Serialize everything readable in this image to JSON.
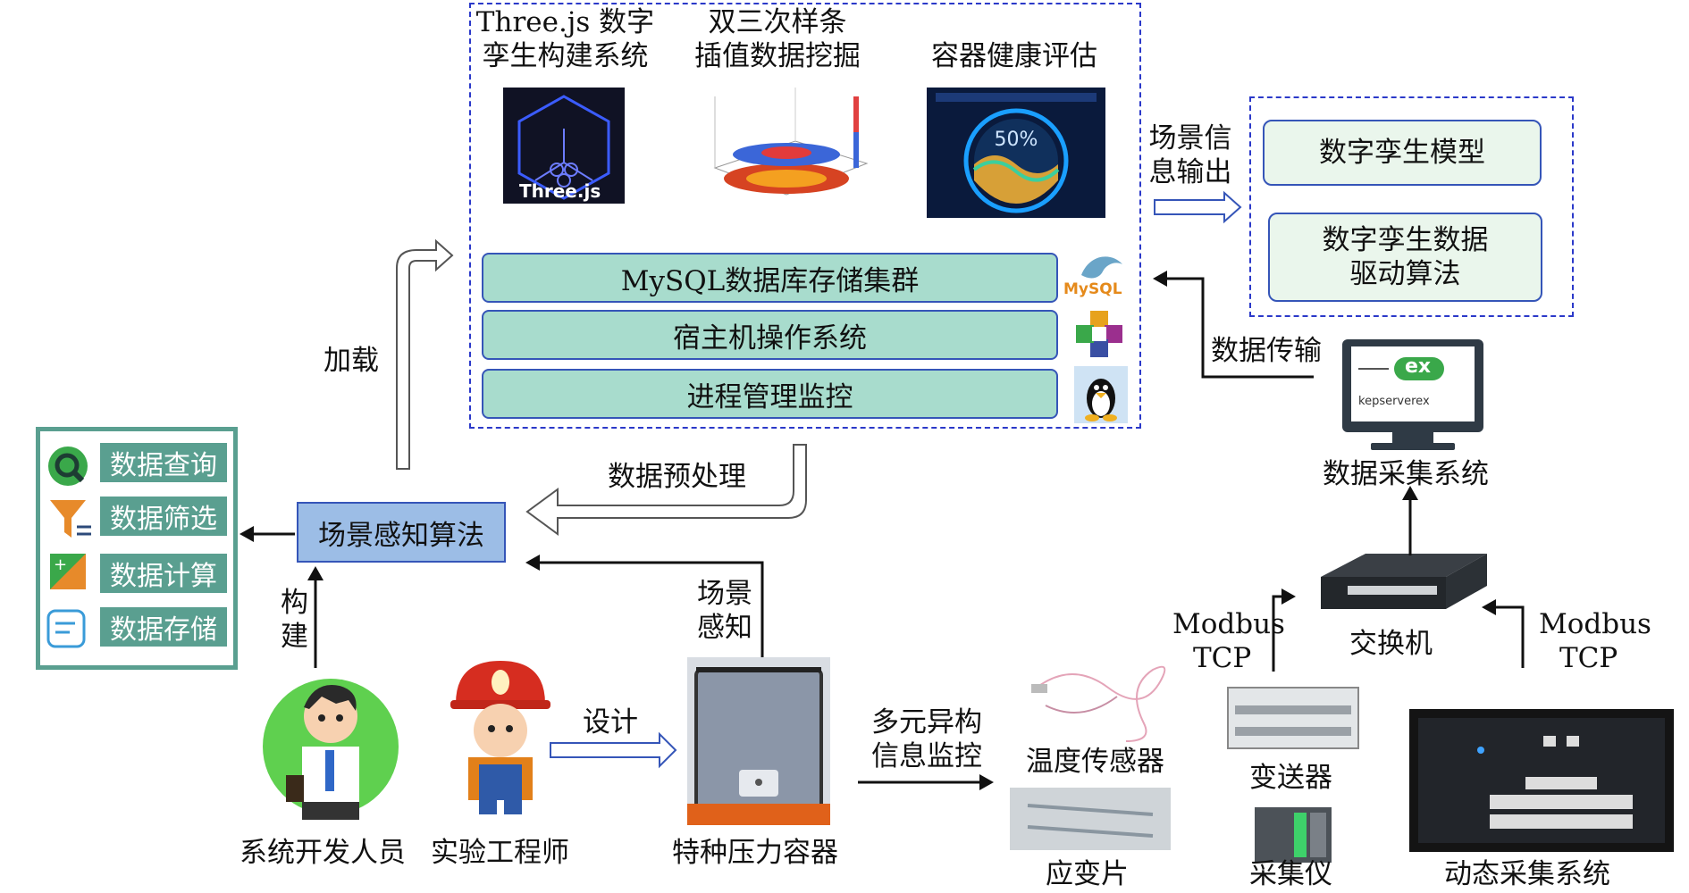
{
  "top_panel": {
    "threejs_title": [
      "Three.js 数字",
      "孪生构建系统"
    ],
    "threejs_logo_text": "Three.js",
    "spline_title": [
      "双三次样条",
      "插值数据挖掘"
    ],
    "health_title": "容器健康评估",
    "gauge_value": "50%",
    "layers": [
      "MySQL数据库存储集群",
      "宿主机操作系统",
      "进程管理监控"
    ],
    "mysql_logo_text": "MySQL"
  },
  "scene_output": {
    "label": [
      "场景信",
      "息输出"
    ]
  },
  "outputs": {
    "model": "数字孪生模型",
    "algo": [
      "数字孪生数据",
      "驱动算法"
    ]
  },
  "data_transfer": "数据传输",
  "acquisition": {
    "kep_logo": "ex",
    "kep_sub": "kepserverex",
    "label": "数据采集系统"
  },
  "load_label": "加载",
  "preprocess_label": "数据预处理",
  "scene_algo": "场景感知算法",
  "ops": [
    "数据查询",
    "数据筛选",
    "数据计算",
    "数据存储"
  ],
  "build_label": [
    "构",
    "建"
  ],
  "scene_perception": [
    "场景",
    "感知"
  ],
  "people": {
    "developer": "系统开发人员",
    "engineer": "实验工程师"
  },
  "design_label": "设计",
  "vessel": "特种压力容器",
  "monitor_label": [
    "多元异构",
    "信息监控"
  ],
  "sensors": {
    "temp": "温度传感器",
    "strain": "应变片",
    "transmitter": "变送器",
    "collector": "采集仪",
    "dynamic": "动态采集系统"
  },
  "switch_label": "交换机",
  "modbus_left": [
    "Modbus",
    "TCP"
  ],
  "modbus_right": [
    "Modbus",
    "TCP"
  ]
}
